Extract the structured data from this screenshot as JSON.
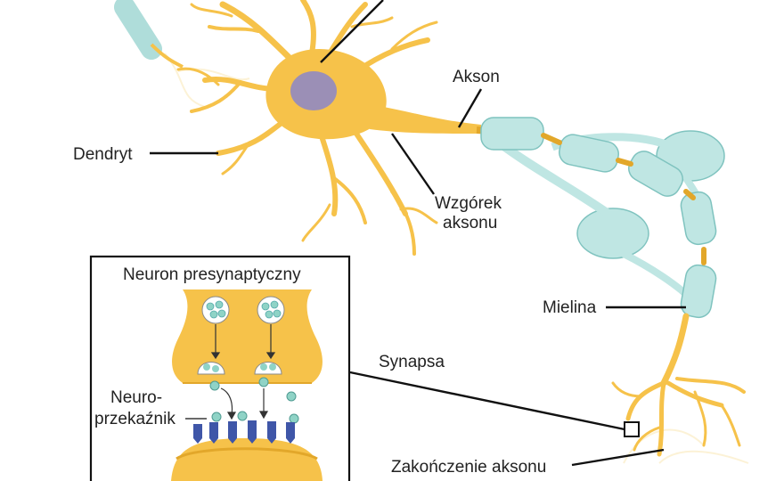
{
  "labels": {
    "axon": "Akson",
    "dendrite": "Dendryt",
    "axon_hillock_line1": "Wzgórek",
    "axon_hillock_line2": "aksonu",
    "myelin": "Mielina",
    "synapse": "Synapsa",
    "axon_terminal": "Zakończenie aksonu",
    "presynaptic_neuron": "Neuron presynaptyczny",
    "neurotransmitter_line1": "Neuro-",
    "neurotransmitter_line2": "przekaźnik"
  },
  "colors": {
    "neuron_body": "#f6c24a",
    "neuron_dark": "#e2a72a",
    "nucleus": "#9b8fb6",
    "myelin": "#bfe6e3",
    "myelin_dark": "#7fc3bf",
    "receptor": "#3f56a8",
    "vesicle": "#8fd3c6"
  }
}
